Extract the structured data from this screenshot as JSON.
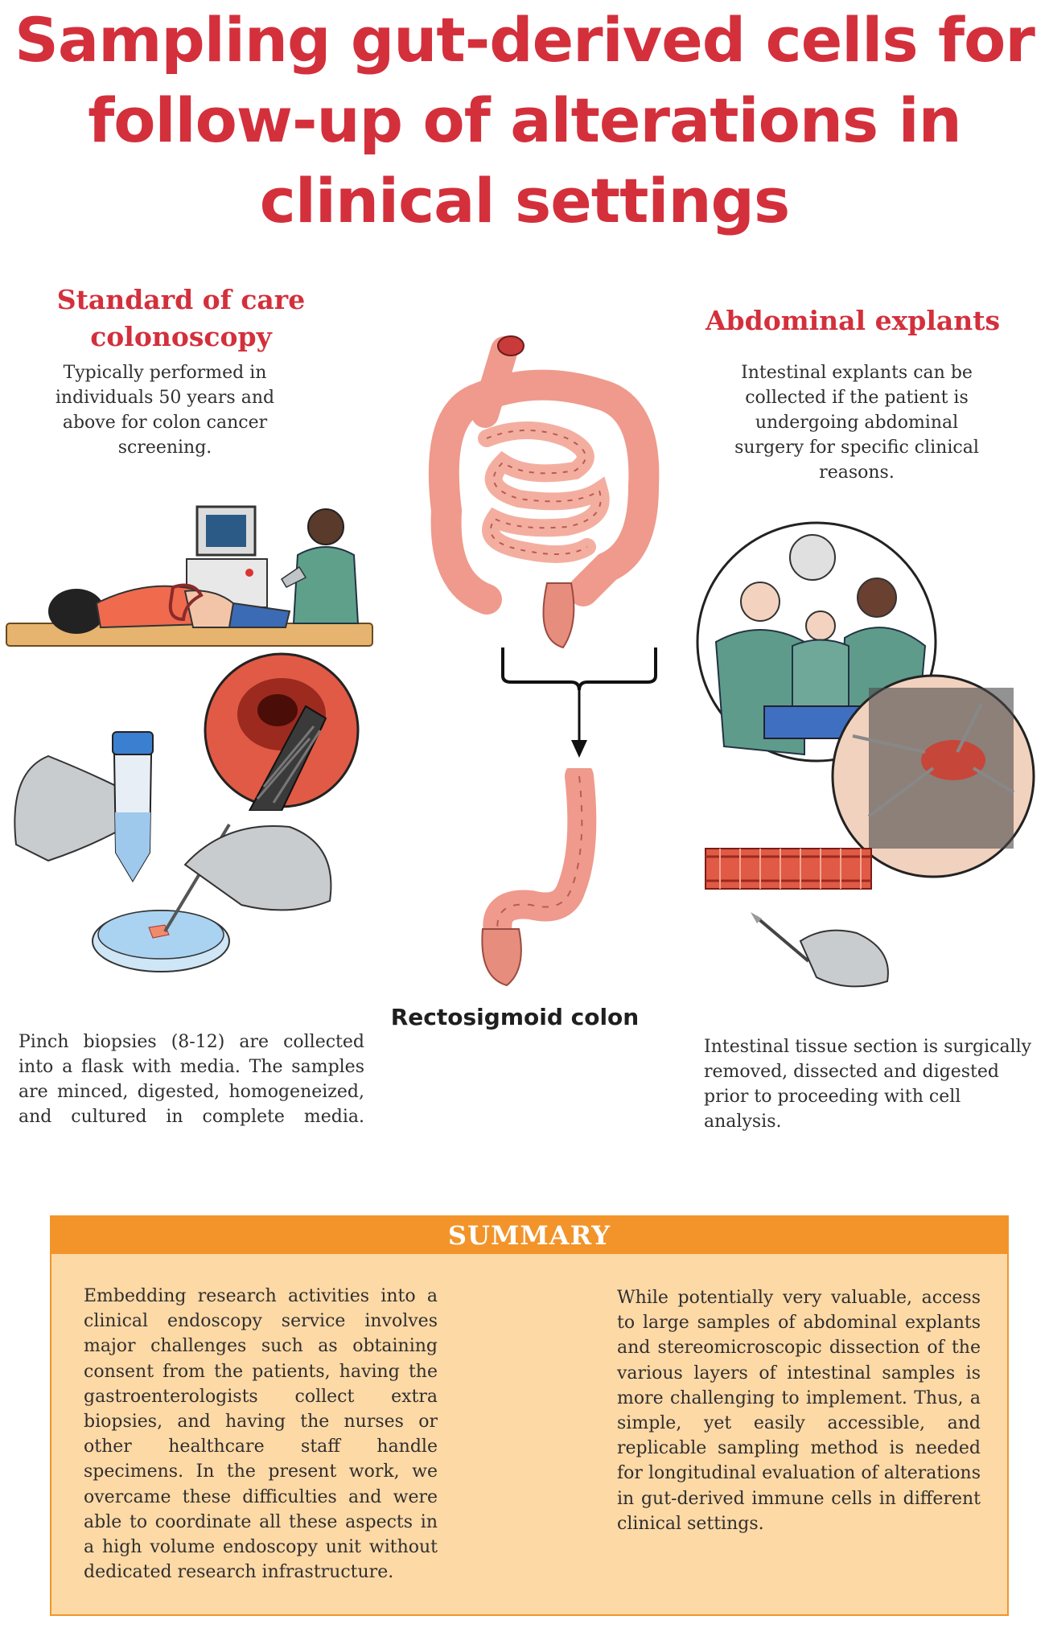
{
  "title": "Sampling gut-derived cells for follow-up of alterations in clinical settings",
  "left": {
    "heading": "Standard of care colonoscopy",
    "description": "Typically performed in individuals 50 years and above for colon cancer screening.",
    "caption": "Pinch biopsies (8-12) are collected into a flask with media. The samples are minced, digested, homogeneized, and cultured in complete media."
  },
  "center": {
    "label": "Rectosigmoid colon"
  },
  "right": {
    "heading": "Abdominal explants",
    "description": "Intestinal explants can be collected if the patient is undergoing abdominal surgery for specific clinical reasons.",
    "caption": "Intestinal tissue section is surgically removed, dissected and digested prior to proceeding with cell analysis."
  },
  "summary": {
    "heading": "SUMMARY",
    "left_text": "Embedding research activities into a clinical endoscopy service involves major challenges such as obtaining consent from the patients, having the gastroenterologists collect extra biopsies, and having the nurses or other healthcare staff handle specimens. In the present work, we overcame these difficulties and were able to coordinate all these aspects in a high volume endoscopy unit without dedicated research infrastructure.",
    "right_text": "While potentially very valuable, access to large samples of abdominal explants and stereomicroscopic dissection of the various layers of intestinal samples is more challenging to implement. Thus, a simple, yet easily accessible, and replicable sampling method is needed for longitudinal evaluation of alterations in gut-derived immune cells in different clinical settings."
  },
  "colors": {
    "title_red": "#d3303c",
    "summary_orange": "#f2942a",
    "summary_fill": "#fdd9a6",
    "intestine_pink": "#ef9a8c"
  }
}
